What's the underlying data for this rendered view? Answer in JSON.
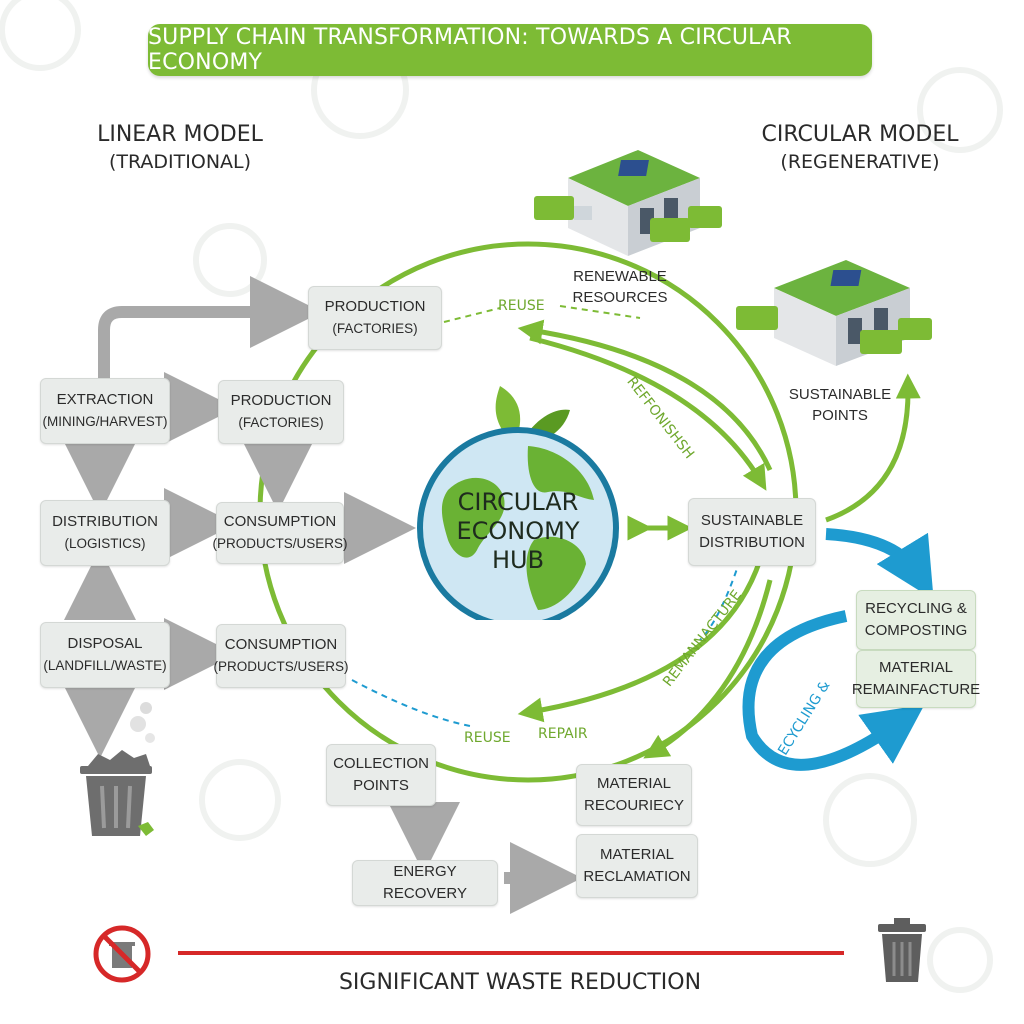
{
  "title": "SUPPLY CHAIN TRANSFORMATION: TOWARDS A CIRCULAR ECONOMY",
  "linear": {
    "heading": "LINEAR MODEL",
    "subheading": "(TRADITIONAL)",
    "boxes": [
      {
        "line1": "PRODUCTION",
        "line2": "(FACTORIES)"
      },
      {
        "line1": "EXTRACTION",
        "line2": "(MINING/HARVEST)"
      },
      {
        "line1": "PRODUCTION",
        "line2": "(FACTORIES)"
      },
      {
        "line1": "DISTRIBUTION",
        "line2": "(LOGISTICS)"
      },
      {
        "line1": "CONSUMPTION",
        "line2": "(PRODUCTS/USERS)"
      },
      {
        "line1": "DISPOSAL",
        "line2": "(LANDFILL/WASTE)"
      },
      {
        "line1": "CONSUMPTION",
        "line2": "(PRODUCTS/USERS)"
      }
    ]
  },
  "circular": {
    "heading": "CIRCULAR MODEL",
    "subheading": "(REGENERATIVE)",
    "hub": {
      "line1": "CIRCULAR",
      "line2": "ECONOMY",
      "line3": "HUB"
    },
    "renewable_label": {
      "line1": "RENEWABLE",
      "line2": "RESOURCES"
    },
    "sustainable_points": {
      "line1": "SUSTAINABLE",
      "line2": "POINTS"
    },
    "sustainable_distribution": {
      "line1": "SUSTAINABLE",
      "line2": "DISTRIBUTION"
    },
    "recycling_composting": {
      "line1": "RECYCLING &",
      "line2": "COMPOSTING"
    },
    "material_remanufacture": {
      "line1": "MATERIAL",
      "line2": "REMAINFACTURE"
    },
    "collection_points": {
      "line1": "COLLECTION",
      "line2": "POINTS"
    },
    "material_recovery": {
      "line1": "MATERIAL",
      "line2": "RECOURIECY"
    },
    "energy_recovery": "ENERGY RECOVERY",
    "material_reclamation": {
      "line1": "MATERIAL",
      "line2": "RECLAMATION"
    },
    "arrow_labels": {
      "reuse_top": "REUSE",
      "refurbish": "REFFONISHSH",
      "remanufacture": "REMANNACTURE",
      "reuse_bottom": "REUSE",
      "repair": "REPAIR",
      "recycling": "RECYCLING &"
    }
  },
  "footer": "SIGNIFICANT WASTE REDUCTION",
  "colors": {
    "green": "#7dbb35",
    "blue": "#1e9bd0",
    "red": "#d62828",
    "grey_arrow": "#a9a9a9"
  }
}
